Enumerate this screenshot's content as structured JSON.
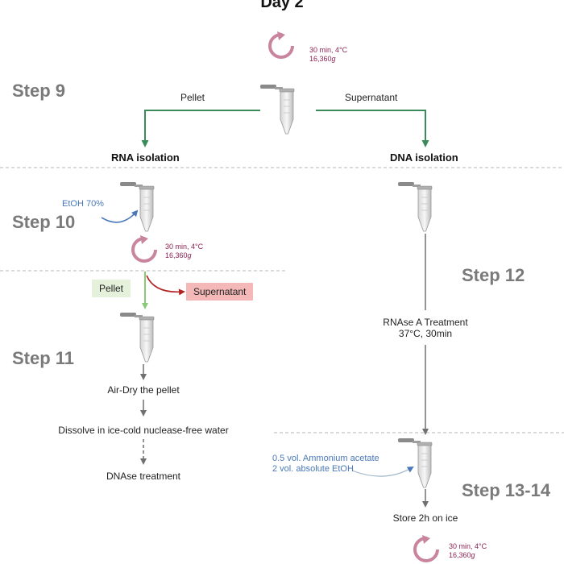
{
  "title": "Day 2",
  "steps": {
    "step9": "Step 9",
    "step10": "Step 10",
    "step11": "Step 11",
    "step12": "Step 12",
    "step13_14": "Step 13-14"
  },
  "centrifuge": {
    "time_temp": "30 min, 4°C",
    "speed": "16,360",
    "unit": "g"
  },
  "step9": {
    "left_label": "Pellet",
    "right_label": "Supernatant",
    "left_head": "RNA isolation",
    "right_head": "DNA isolation"
  },
  "step10": {
    "wash": "EtOH 70%"
  },
  "step11": {
    "pellet": "Pellet",
    "supernatant": "Supernatant",
    "actions": [
      "Air-Dry the pellet",
      "Dissolve in ice-cold nuclease-free water",
      "DNAse treatment"
    ]
  },
  "step12": {
    "treatment_line1": "RNAse A Treatment",
    "treatment_line2": "37°C, 30min"
  },
  "step13": {
    "add_line1": "0.5 vol. Ammonium acetate",
    "add_line2": "2 vol. absolute EtOH",
    "store": "Store 2h on ice"
  },
  "colors": {
    "green_arrow": "#3a8a5a",
    "red_arrow": "#b22222",
    "light_green_arrow": "#8bc878",
    "centrifuge": "#c9849e",
    "blue_text": "#4a78b8",
    "step_gray": "#7a7a7a"
  }
}
